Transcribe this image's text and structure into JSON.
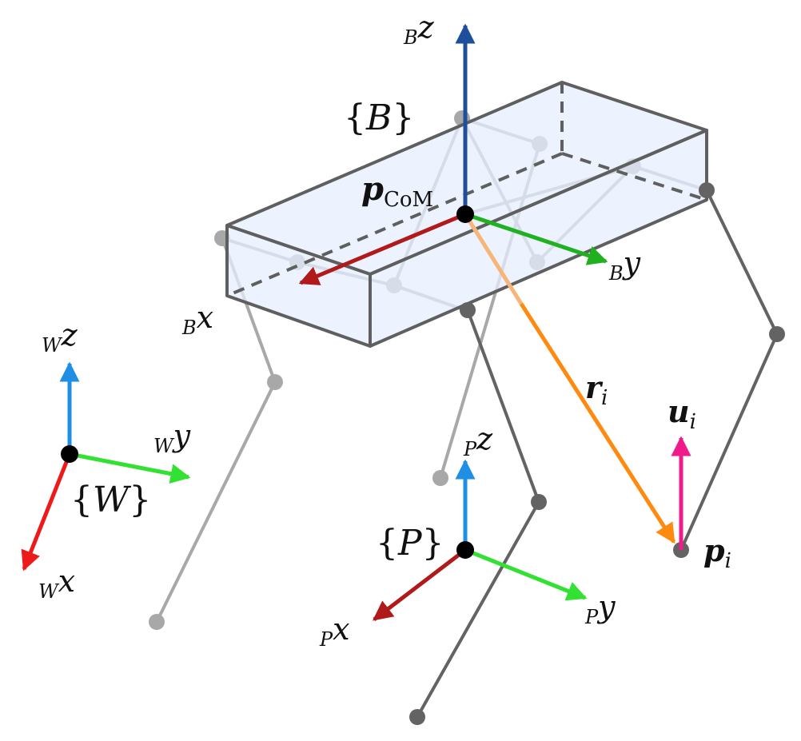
{
  "colors": {
    "leg_back": "#a8a8a8",
    "leg_front": "#636363",
    "box_edge": "#5f5f5f",
    "box_fill": "#e6efff",
    "blue_dark": "#1f4f9a",
    "blue": "#1f8fe6",
    "green": "#1fb11f",
    "green_bright": "#33e133",
    "red_dark": "#b11a1a",
    "red": "#ee1a1a",
    "orange": "#ff8a10",
    "orange_faint": "#f7b57a",
    "magenta": "#f01a8a"
  },
  "labels": {
    "body_frame": {
      "open": "{",
      "sym": "B",
      "close": "}"
    },
    "world_frame": {
      "open": "{",
      "sym": "W",
      "close": "}"
    },
    "plane_frame": {
      "open": "{",
      "sym": "P",
      "close": "}"
    },
    "p_com": {
      "main": "p",
      "sub": "CoM"
    },
    "r_i": {
      "main": "r",
      "sub": "i"
    },
    "u_i": {
      "main": "u",
      "sub": "i"
    },
    "p_i": {
      "main": "p",
      "sub": "i"
    },
    "body_axes": {
      "z": {
        "pre": "B",
        "axis": "z"
      },
      "x": {
        "pre": "B",
        "axis": "x"
      },
      "y": {
        "pre": "B",
        "axis": "y"
      }
    },
    "world_axes": {
      "z": {
        "pre": "W",
        "axis": "z"
      },
      "x": {
        "pre": "W",
        "axis": "x"
      },
      "y": {
        "pre": "W",
        "axis": "y"
      }
    },
    "plane_axes": {
      "z": {
        "pre": "P",
        "axis": "z"
      },
      "x": {
        "pre": "P",
        "axis": "x"
      },
      "y": {
        "pre": "P",
        "axis": "y"
      }
    }
  }
}
